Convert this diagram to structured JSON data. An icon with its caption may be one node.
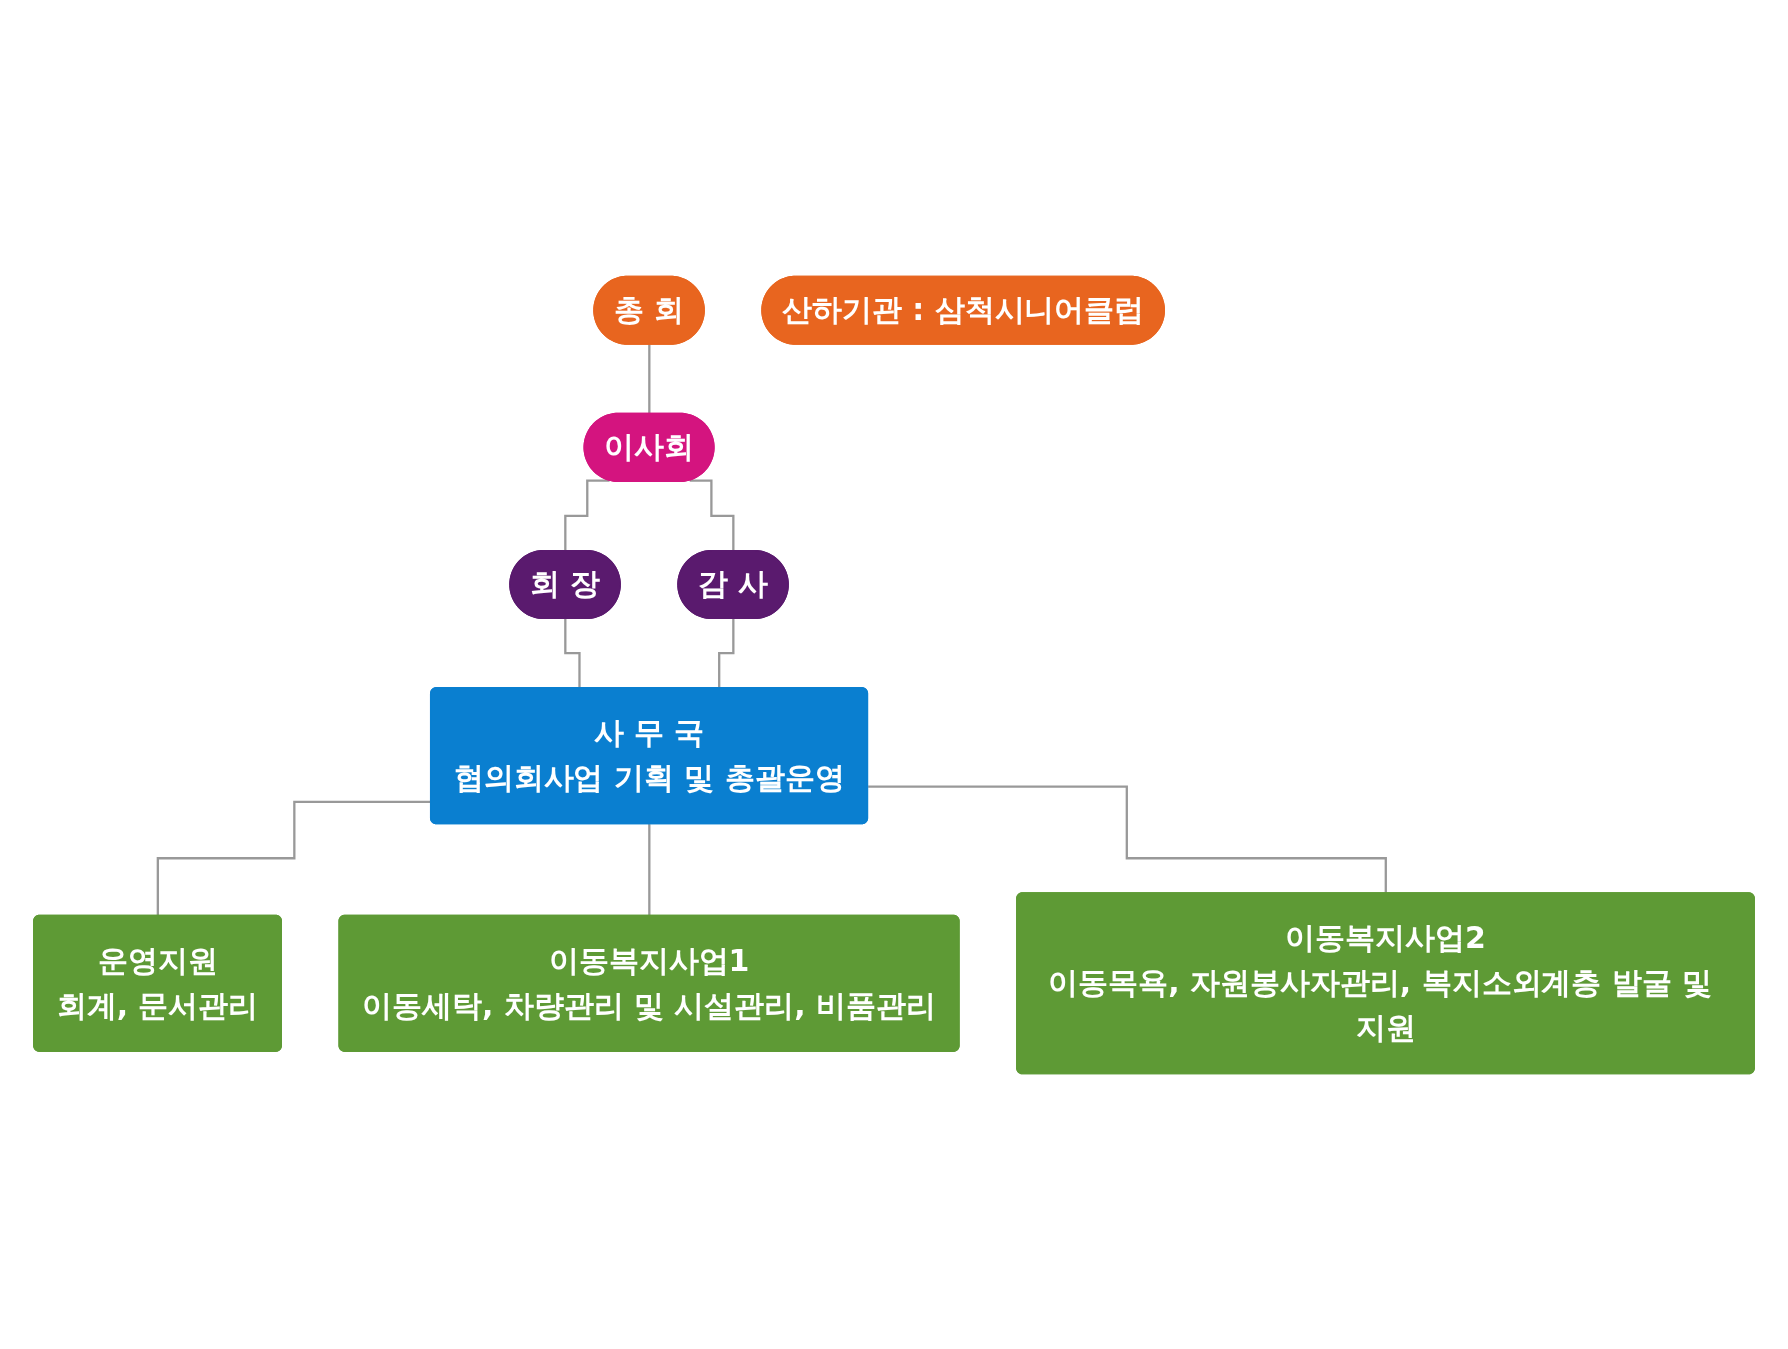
{
  "diagram": {
    "nodes": [
      {
        "text": [
          "총 회"
        ]
      },
      {
        "text": [
          "이사회"
        ]
      },
      {
        "text": [
          "회 장"
        ]
      },
      {
        "text": [
          "감 사"
        ]
      },
      {
        "text": [
          "사 무 국",
          "협의회사업 기획 및 총괄운영"
        ]
      },
      {
        "text": [
          "운영지원",
          "회계, 문서관리"
        ]
      },
      {
        "text": [
          "이동복지사업1",
          "이동세탁, 차량관리 및 시설관리, 비품관리"
        ]
      },
      {
        "text": [
          "이동복지사업2",
          "이동목욕, 자원봉사자관리, 복지소외계층 발굴 및 지원"
        ]
      },
      {
        "text": [
          "산하기관 : 삼척시니어클럽"
        ]
      }
    ],
    "edges": [
      {
        "from": 0,
        "to": 1,
        "arrow": "none"
      },
      {
        "from": 1,
        "to": 2,
        "arrow": "none"
      },
      {
        "from": 1,
        "to": 3,
        "arrow": "none"
      },
      {
        "from": 2,
        "to": 4,
        "arrow": "none"
      },
      {
        "from": 3,
        "to": 4,
        "arrow": "none"
      },
      {
        "from": 4,
        "to": 5,
        "arrow": "none"
      },
      {
        "from": 4,
        "to": 6,
        "arrow": "none"
      },
      {
        "from": 4,
        "to": 7,
        "arrow": "none"
      }
    ]
  }
}
